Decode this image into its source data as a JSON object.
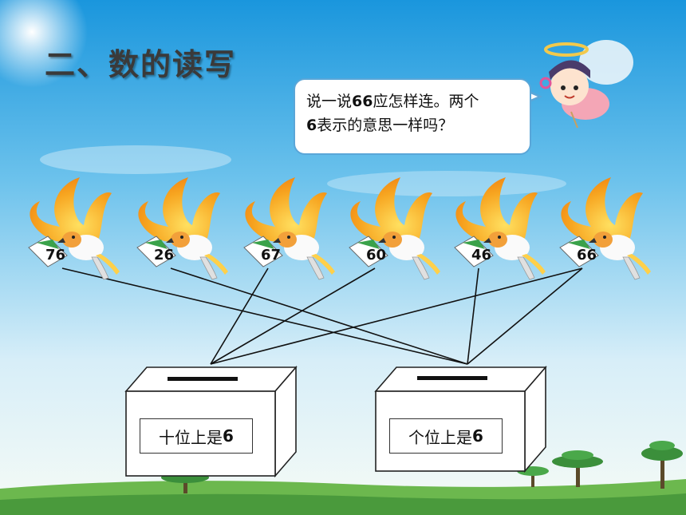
{
  "title": "二、数的读写",
  "bubble": {
    "line1_pre": "说一说",
    "line1_num": "66",
    "line1_post": "应怎样连。两个",
    "line2_num": "6",
    "line2_post": "表示的意思一样吗？"
  },
  "birds": [
    {
      "number": "76"
    },
    {
      "number": "26"
    },
    {
      "number": "67"
    },
    {
      "number": "60"
    },
    {
      "number": "46"
    },
    {
      "number": "66"
    }
  ],
  "boxes": [
    {
      "label_text": "十位上是",
      "label_num": "6"
    },
    {
      "label_text": "个位上是",
      "label_num": "6"
    }
  ],
  "colors": {
    "sky_top": "#1e9ce0",
    "sky_bottom": "#eaf6fb",
    "grass": "#5ba84a",
    "bubble_border": "#5aa6d8",
    "bird_orange": "#f59a1b",
    "bird_yellow": "#ffd84a",
    "envelope_green": "#3aa24a"
  },
  "icons": [
    "angel-icon",
    "bird-icon",
    "envelope-icon",
    "ballot-box-icon",
    "tree-icon",
    "sun-glow-icon"
  ]
}
